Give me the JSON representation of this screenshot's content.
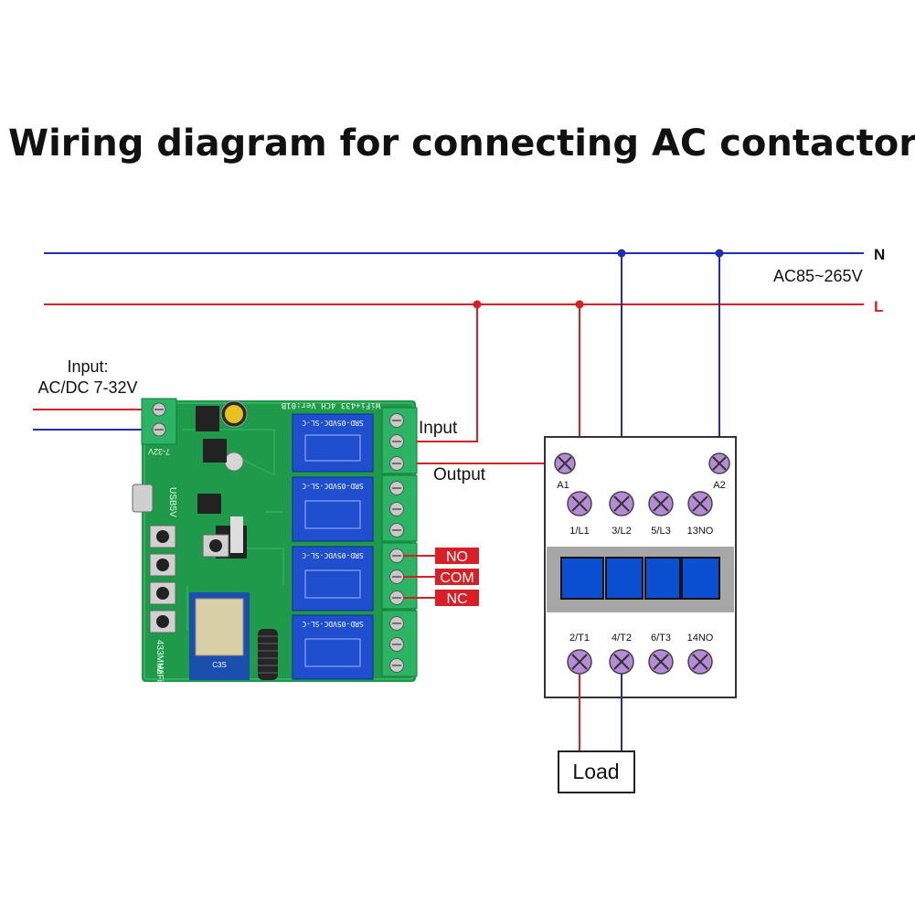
{
  "title": "Wiring diagram for connecting AC contactor",
  "supply": {
    "n_label": "N",
    "l_label": "L",
    "voltage": "AC85~265V"
  },
  "power_input": {
    "line1": "Input:",
    "line2": "AC/DC 7-32V"
  },
  "relay_board": {
    "input_label": "Input",
    "output_label": "Output",
    "no_tag": "NO",
    "com_tag": "COM",
    "nc_tag": "NC",
    "usb_label": "USB5V",
    "freq_label": "433MHz",
    "wifi_label": "WiFi",
    "voltage_silk": "7-32V",
    "relay_model": "SRD-05VDC-SL-C",
    "board_silk": "WiFi+433 4CH  Ver:01B",
    "module_label": "C3S"
  },
  "contactor": {
    "coil_a1": "A1",
    "coil_a2": "A2",
    "top_terminals": [
      "1/L1",
      "3/L2",
      "5/L3",
      "13NO"
    ],
    "bottom_terminals": [
      "2/T1",
      "4/T2",
      "6/T3",
      "14NO"
    ]
  },
  "load_label": "Load",
  "colors": {
    "neutral": "#1f2fb5",
    "live": "#d81f26",
    "pcb": "#1f9a4a",
    "terminal": "#b58ad6",
    "tag_red": "#d81f26",
    "contactor_window": "#0a4fd0"
  }
}
